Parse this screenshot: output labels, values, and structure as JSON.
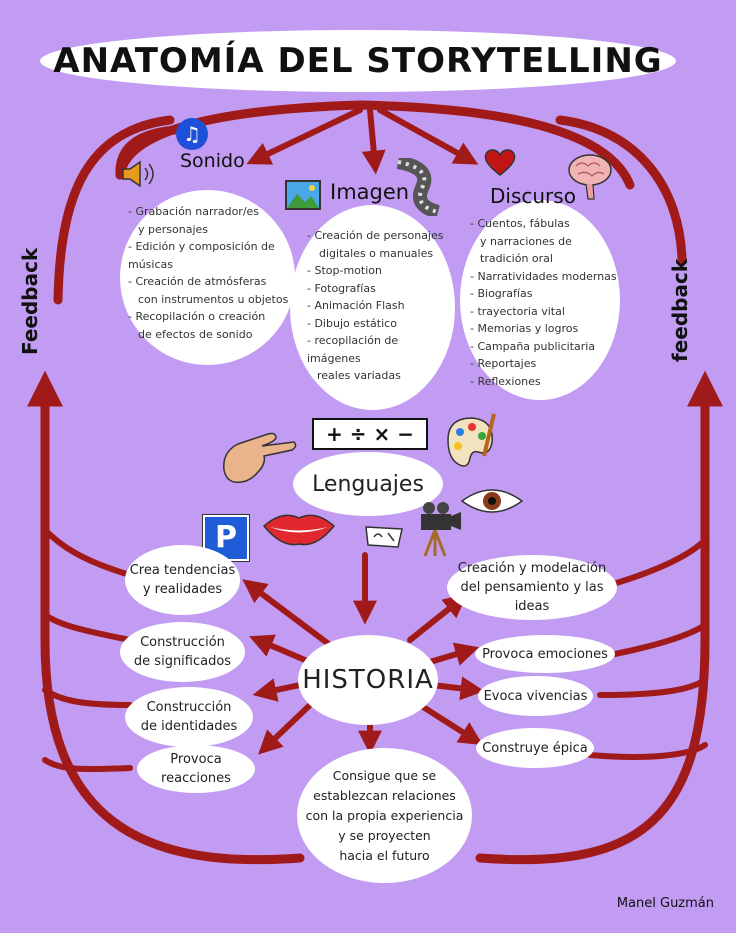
{
  "title": "ANATOMÍA DEL STORYTELLING",
  "categories": [
    {
      "name": "Sonido",
      "items": [
        "- Grabación narrador/es",
        "  y personajes",
        "- Edición y composición de músicas",
        "- Creación de atmósferas",
        "  con instrumentos u objetos",
        "- Recopilación o creación",
        "  de efectos de sonido"
      ]
    },
    {
      "name": "Imagen",
      "items": [
        "- Creación de personajes",
        "  digitales o manuales",
        "- Stop-motion",
        "- Fotografías",
        "- Animación Flash",
        "- Dibujo estático",
        "- recopilación de imágenes",
        "  reales variadas"
      ]
    },
    {
      "name": "Discurso",
      "items": [
        "- Cuentos, fábulas",
        "  y narraciones de",
        "  tradición oral",
        "- Narratividades modernas",
        "- Biografías",
        "- trayectoria vital",
        "- Memorias y logros",
        "- Campaña publicitaria",
        "- Reportajes",
        "- Reflexiones"
      ]
    }
  ],
  "lenguajes": "Lenguajes",
  "math_symbols": "+ ÷ × −",
  "historia": "HISTORIA",
  "left_nodes": [
    "Crea tendencias\ny realidades",
    "Construcción\nde significados",
    "Construcción\nde identidades",
    "Provoca reacciones"
  ],
  "right_nodes": [
    "Creación y modelación\ndel pensamiento y las ideas",
    "Provoca emociones",
    "Evoca vivencias",
    "Construye épica"
  ],
  "bottom_node": "Consigue que se\nestablezcan relaciones\ncon la propia experiencia\ny se proyecten\nhacia el futuro",
  "feedback_left": "Feedback",
  "feedback_right": "feedback",
  "parking_letter": "P",
  "author": "Manel Guzmán",
  "colors": {
    "background": "#c29cf2",
    "arrow": "#a11a1a",
    "oval": "#ffffff"
  }
}
